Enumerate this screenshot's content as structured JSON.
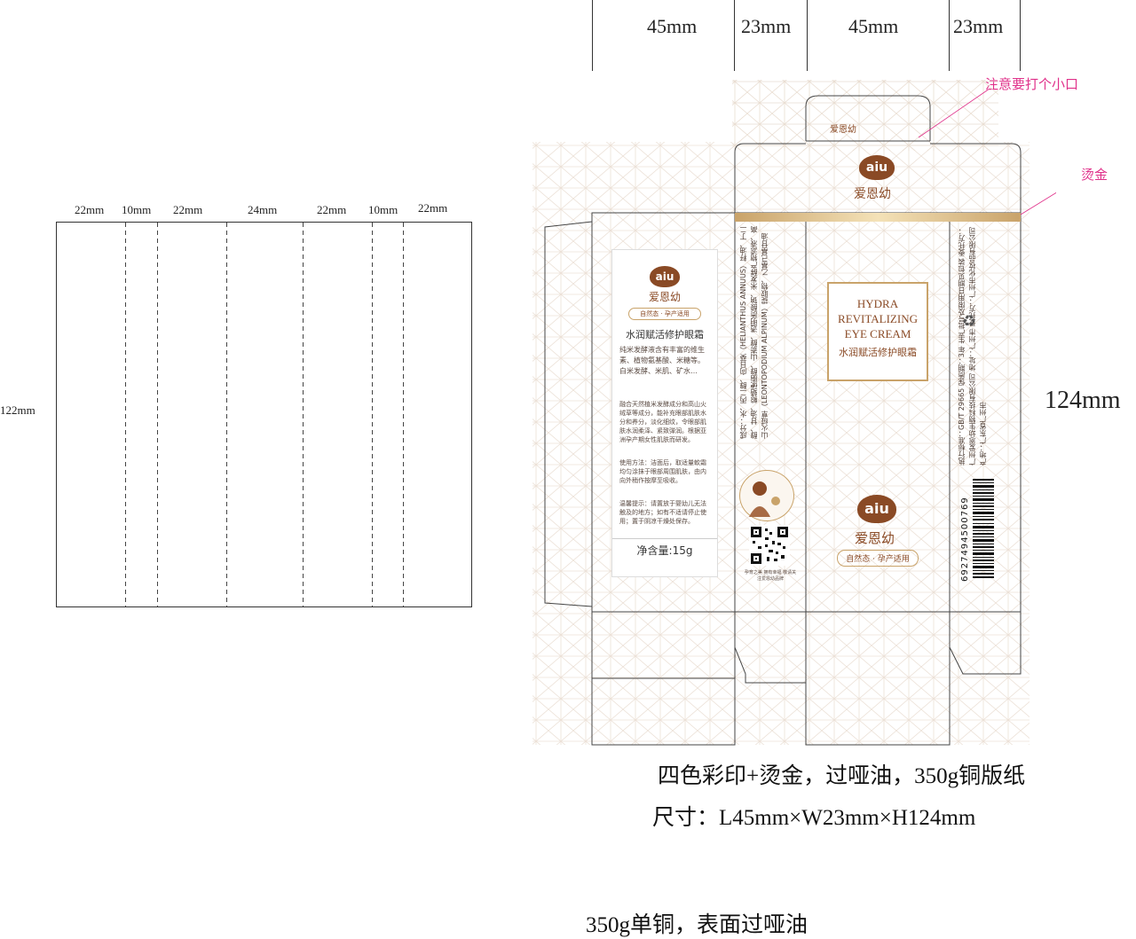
{
  "left_dieline": {
    "widths": [
      "22mm",
      "10mm",
      "22mm",
      "24mm",
      "22mm",
      "10mm",
      "22mm"
    ],
    "height": "122mm"
  },
  "right_dieline": {
    "top_dims": [
      "45mm",
      "23mm",
      "45mm",
      "23mm"
    ],
    "height": "124mm",
    "notes": {
      "small_hole": "注意要打个小口",
      "hot_stamp": "烫金"
    }
  },
  "brand": {
    "logo": "aiu",
    "name": "爱恩幼",
    "slogan": "自然态 · 孕产适用"
  },
  "front": {
    "title_en_1": "HYDRA",
    "title_en_2": "REVITALIZING",
    "title_en_3": "EYE CREAM",
    "title_cn": "水润赋活修护眼霜"
  },
  "side_panel": {
    "product_name": "水润赋活修护眼霜",
    "features": "纯米发酵液含有丰富的维生素、植物氨基酸、米糖等。白米发酵、米肌、矿水…",
    "description": "融合天然植米发酵成分和高山火绒草等成分，能补充眼部肌肤水分和养分，淡化细纹，令眼部肌肤水润柔泽、紧致弹润。根据亚洲孕产期女性肌肤而研发。",
    "usage": "使用方法：洁面后，取适量軟霜均匀涂抹于眼部周围肌肤，由内向外稍作按摩至吸收。",
    "warning": "温馨提示：请置放于婴幼儿无法触及的地方；如有不适请停止使用；置于阴凉干燥处保存。",
    "net_content": "净含量:15g"
  },
  "ingredients_panel": {
    "text": "成分：水、丙二醇、向日葵（HELIANTHUS ANNUUS）籽油、丁二醇、甘油、鲸蜡硬脂醇、山嵛醇、透明质酸钠、米发酵产物滤液、高山火绒草（LEONTOPODIUM ALPINUM）提取物、乙基己基甘油",
    "qr_caption": "孕育之美 拥有幸福 敬请关注爱恩幼品牌"
  },
  "info_panel": {
    "text": "执行标准：GB/T 29665 保质期：3年 生产批号及限用日期见包装 委托方：广州爱恩幼生物科技有限公司 地址：广州市 受托方：广州市化妆品有限公司 产地：广东省广州市",
    "barcode_digits": "6927494500769"
  },
  "captions": {
    "print_spec": "四色彩印+烫金，过哑油，350g铜版纸",
    "size_spec": "尺寸：L45mm×W23mm×H124mm",
    "paper_spec": "350g单铜，表面过哑油"
  }
}
